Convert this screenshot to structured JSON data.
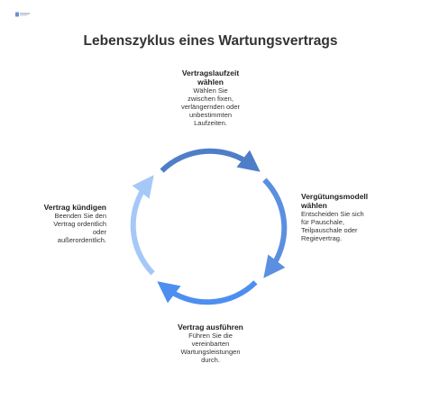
{
  "title": "Lebenszyklus eines Wartungsvertrags",
  "colors": {
    "title": "#333333",
    "text": "#333333",
    "arrow_top": "#4f7ec8",
    "arrow_right": "#5b8fe0",
    "arrow_bottom": "#4d8ff0",
    "arrow_left": "#a6c8f8"
  },
  "steps": [
    {
      "title_lines": [
        "Vertragslaufzeit",
        "wählen"
      ],
      "desc_lines": [
        "Wählen Sie",
        "zwischen fixen,",
        "verlängernden oder",
        "unbestimmten",
        "Laufzeiten."
      ]
    },
    {
      "title_lines": [
        "Vergütungsmodell",
        "wählen"
      ],
      "desc_lines": [
        "Entscheiden Sie sich",
        "für Pauschale,",
        "Teilpauschale oder",
        "Regievertrag."
      ]
    },
    {
      "title_lines": [
        "Vertrag ausführen"
      ],
      "desc_lines": [
        "Führen Sie die",
        "vereinbarten",
        "Wartungsleistungen",
        "durch."
      ]
    },
    {
      "title_lines": [
        "Vertrag kündigen"
      ],
      "desc_lines": [
        "Beenden Sie den",
        "Vertrag ordentlich",
        "oder",
        "außerordentlich."
      ]
    }
  ]
}
